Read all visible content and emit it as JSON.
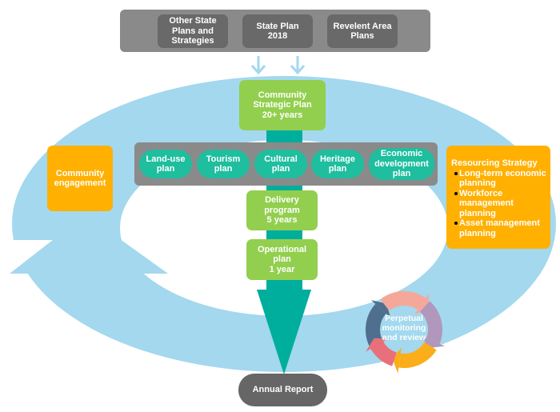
{
  "colors": {
    "ring": "#A3D8EE",
    "bar": "#8A8A8A",
    "inner_box": "#696969",
    "teal": "#00AE9D",
    "pill": "#1EBE9E",
    "green": "#92CF4E",
    "orange": "#FFB000",
    "annual": "#666666"
  },
  "inputs": [
    "Other State Plans and Strategies",
    "State Plan 2018",
    "Revelent Area Plans"
  ],
  "community_strategic_plan": {
    "line1": "Community",
    "line2": "Strategic Plan",
    "line3": "20+ years"
  },
  "plans": [
    [
      "Land-use",
      "plan"
    ],
    [
      "Tourism",
      "plan"
    ],
    [
      "Cultural",
      "plan"
    ],
    [
      "Heritage",
      "plan"
    ],
    [
      "Economic",
      "development",
      "plan"
    ]
  ],
  "delivery": {
    "line1": "Delivery",
    "line2": "program",
    "line3": "5 years"
  },
  "operational": {
    "line1": "Operational",
    "line2": "plan",
    "line3": "1 year"
  },
  "annual_report": "Annual Report",
  "community_engagement": "Community engagement",
  "resourcing": {
    "title": "Resourcing Strategy",
    "items": [
      "Long-term economic planning",
      "Workforce management planning",
      "Asset management planning"
    ]
  },
  "cycle": {
    "label": "Perpetual monitoring and review",
    "colors": [
      "#4F6F8F",
      "#F5A89A",
      "#B097BB",
      "#FBAE1A",
      "#E8707A"
    ]
  }
}
